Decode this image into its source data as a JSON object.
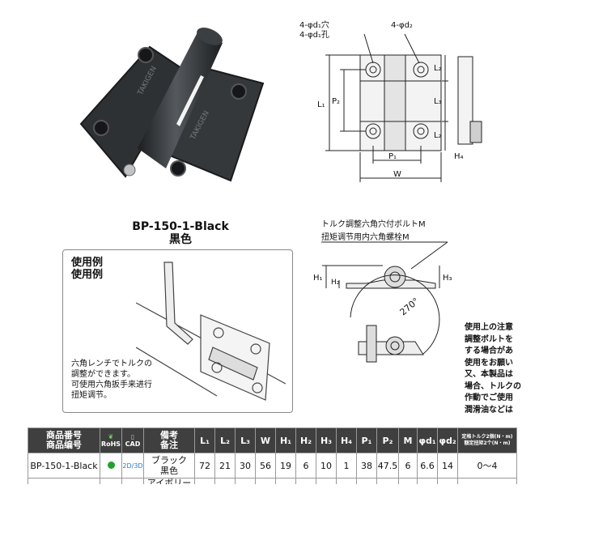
{
  "product": {
    "code": "BP-150-1-Black",
    "color_label": "黒色"
  },
  "diagram": {
    "hole_label_ja": "4-φd₁穴",
    "hole_label_cn": "4-φd₁孔",
    "d2_label": "4-φd₂",
    "L1": "L₁",
    "L2": "L₂",
    "L3": "L₃",
    "P1": "P₁",
    "P2": "P₂",
    "W": "W",
    "H1": "H₁",
    "H2": "H₂",
    "H3": "H₃",
    "H4": "H₄",
    "bolt_ja": "トルク調整六角穴付ボルトM",
    "bolt_cn": "扭矩调节用内六角螺栓M",
    "angle": "270°",
    "stamp": "TAKIGEN"
  },
  "usage": {
    "title_ja": "使用例",
    "title_cn": "使用例",
    "text_ja_1": "六角レンチでトルクの",
    "text_ja_2": "調整ができます。",
    "text_cn_1": "可使用六角扳手来进行",
    "text_cn_2": "扭矩调节。"
  },
  "notes": {
    "lines": [
      "使用上の注意",
      "調整ボルトを",
      "する場合があ",
      "使用をお願い",
      "又、本製品は",
      "場合、トルクの",
      "作動でご使用",
      "潤滑油などは"
    ]
  },
  "table": {
    "headers": {
      "code_ja": "商品番号",
      "code_cn": "商品编号",
      "rohs": "RoHS",
      "cad": "CAD",
      "remarks_ja": "備考",
      "remarks_cn": "备注",
      "L1": "L₁",
      "L2": "L₂",
      "L3": "L₃",
      "W": "W",
      "H1": "H₁",
      "H2": "H₂",
      "H3": "H₃",
      "H4": "H₄",
      "P1": "P₁",
      "P2": "P₂",
      "M": "M",
      "d1": "φd₁",
      "d2": "φd₂",
      "torque_ja": "定格トルク2個(N・m)",
      "torque_cn": "額定扭矩2个(N・m)"
    },
    "row": {
      "code": "BP-150-1-Black",
      "cad": "2D/3D",
      "remark_ja": "ブラック",
      "remark_cn": "黒色",
      "L1": "72",
      "L2": "21",
      "L3": "30",
      "W": "56",
      "H1": "19",
      "H2": "6",
      "H3": "10",
      "H4": "1",
      "P1": "38",
      "P2": "47.5",
      "M": "6",
      "d1": "6.6",
      "d2": "14",
      "torque": "0〜4"
    },
    "next_row_remark": "アイボリー"
  },
  "colors": {
    "header_bg": "#3f3f3f",
    "hinge": "#2b2e31",
    "rohs_green": "#1fa22e",
    "cad_blue": "#2a7bc7"
  }
}
